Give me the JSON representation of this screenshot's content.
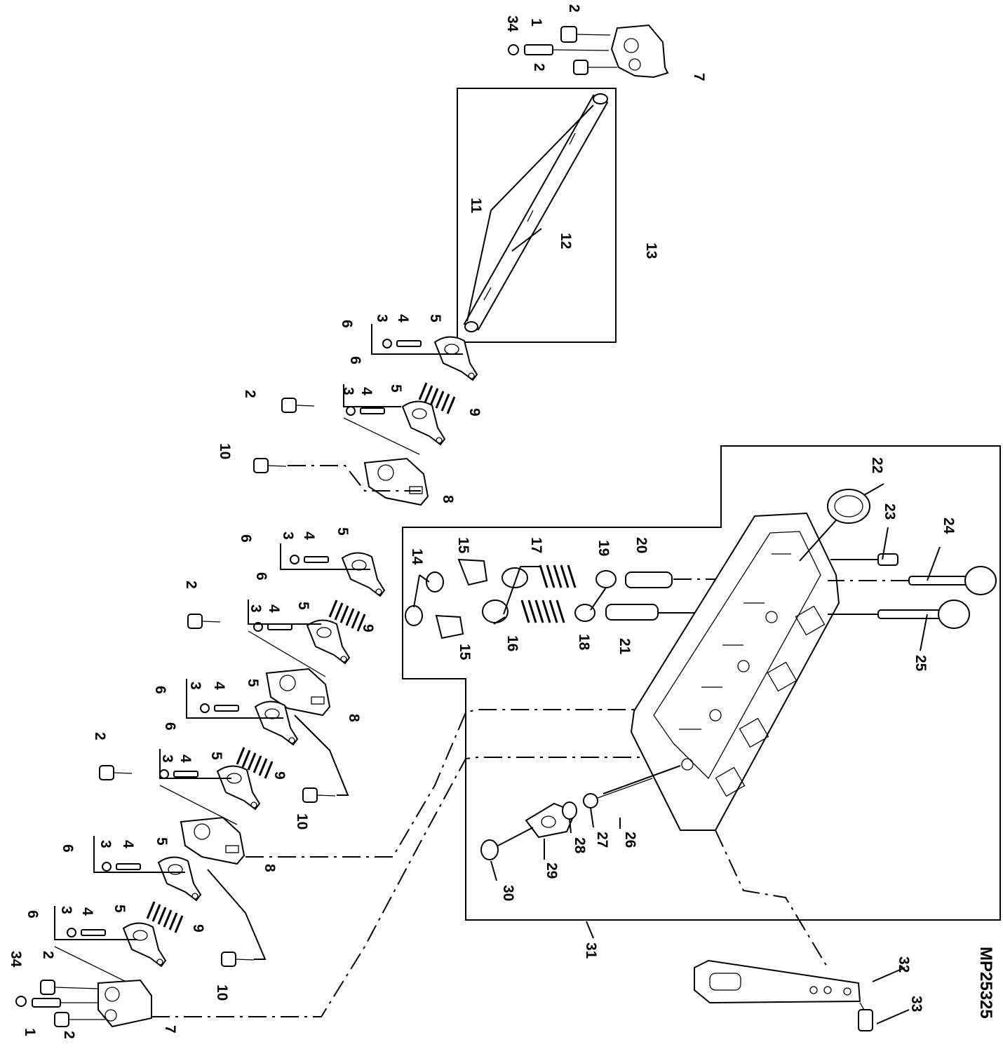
{
  "diagram": {
    "reference_code": "MP25325",
    "callouts": {
      "c34a": "34",
      "c1a": "1",
      "c2a": "2",
      "c2b": "2",
      "c7a": "7",
      "c11": "11",
      "c12": "12",
      "c13": "13",
      "c6a": "6",
      "c3a": "3",
      "c4a": "4",
      "c5a": "5",
      "c6b": "6",
      "c3b": "3",
      "c4b": "4",
      "c5b": "5",
      "c2c": "2",
      "c9a": "9",
      "c10a": "10",
      "c8a": "8",
      "c6c": "6",
      "c3c": "3",
      "c4c": "4",
      "c5c": "5",
      "c6d": "6",
      "c3d": "3",
      "c4d": "4",
      "c5d": "5",
      "c2d": "2",
      "c9b": "9",
      "c8b": "8",
      "c10b": "10",
      "c6e": "6",
      "c3e": "3",
      "c4e": "4",
      "c5e": "5",
      "c6f": "6",
      "c3f": "3",
      "c4f": "4",
      "c5f": "5",
      "c2e": "2",
      "c9c": "9",
      "c8c": "8",
      "c6g": "6",
      "c3g": "3",
      "c4g": "4",
      "c5g": "5",
      "c6h": "6",
      "c3h": "3",
      "c4h": "4",
      "c5h": "5",
      "c9d": "9",
      "c10c": "10",
      "c34b": "34",
      "c2f": "2",
      "c1b": "1",
      "c2g": "2",
      "c7b": "7",
      "c14": "14",
      "c15a": "15",
      "c15b": "15",
      "c16": "16",
      "c17": "17",
      "c18": "18",
      "c19": "19",
      "c20": "20",
      "c21": "21",
      "c22": "22",
      "c23": "23",
      "c24": "24",
      "c25": "25",
      "c26": "26",
      "c27": "27",
      "c28": "28",
      "c29": "29",
      "c30": "30",
      "c31": "31",
      "c32": "32",
      "c33": "33"
    }
  }
}
